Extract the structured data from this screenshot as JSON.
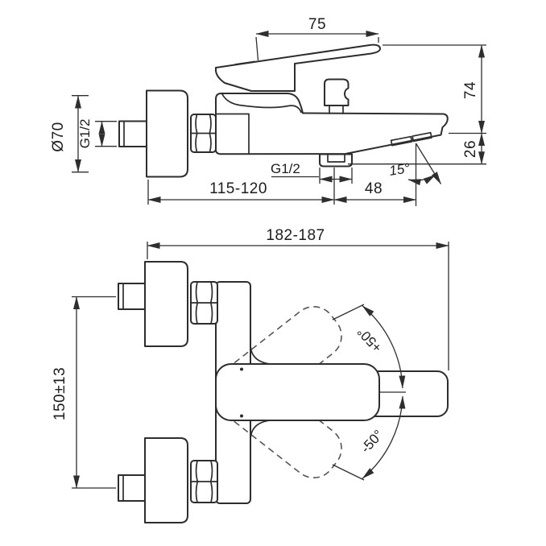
{
  "side_view": {
    "dims": {
      "handle_length": "75",
      "height_to_handle_tip": "74",
      "spout_drop": "26",
      "escutcheon_diameter": "Ø70",
      "inlet_thread": "G1/2",
      "shower_outlet_thread": "G1/2",
      "wall_to_shower_outlet": "115-120",
      "shower_outlet_to_aerator": "48",
      "aerator_angle": "15°"
    }
  },
  "plan_view": {
    "dims": {
      "overall_depth": "182-187",
      "inlet_spacing": "150±13",
      "handle_swing_up": "+50°",
      "handle_swing_down": "-50°"
    }
  }
}
